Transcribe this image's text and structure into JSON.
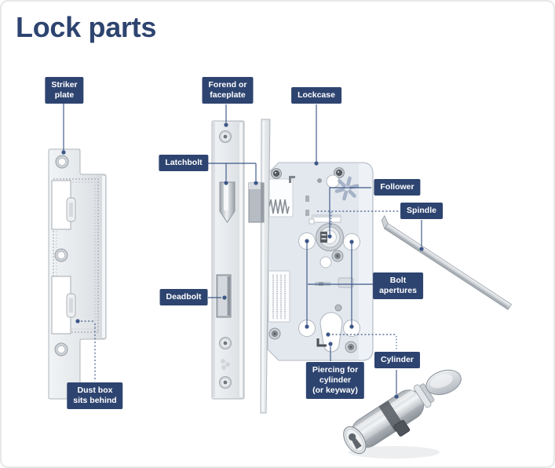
{
  "title": "Lock parts",
  "colors": {
    "accent": "#2e4470",
    "line": "#3d5787",
    "label_text": "#ffffff",
    "background": "#ffffff",
    "frame": "#e6e8ea",
    "metal_light": "#eff1f3",
    "metal_dark": "#b3b8be"
  },
  "labels": {
    "striker_plate": {
      "text": "Striker\nplate"
    },
    "forend": {
      "text": "Forend or\nfaceplate"
    },
    "lockcase": {
      "text": "Lockcase"
    },
    "latchbolt": {
      "text": "Latchbolt"
    },
    "follower": {
      "text": "Follower"
    },
    "spindle": {
      "text": "Spindle"
    },
    "deadbolt": {
      "text": "Deadbolt"
    },
    "bolt_apertures": {
      "text": "Bolt\napertures"
    },
    "piercing": {
      "text": "Piercing for\ncylinder\n(or keyway)"
    },
    "cylinder": {
      "text": "Cylinder"
    },
    "dust_box": {
      "text": "Dust box\nsits behind"
    }
  }
}
